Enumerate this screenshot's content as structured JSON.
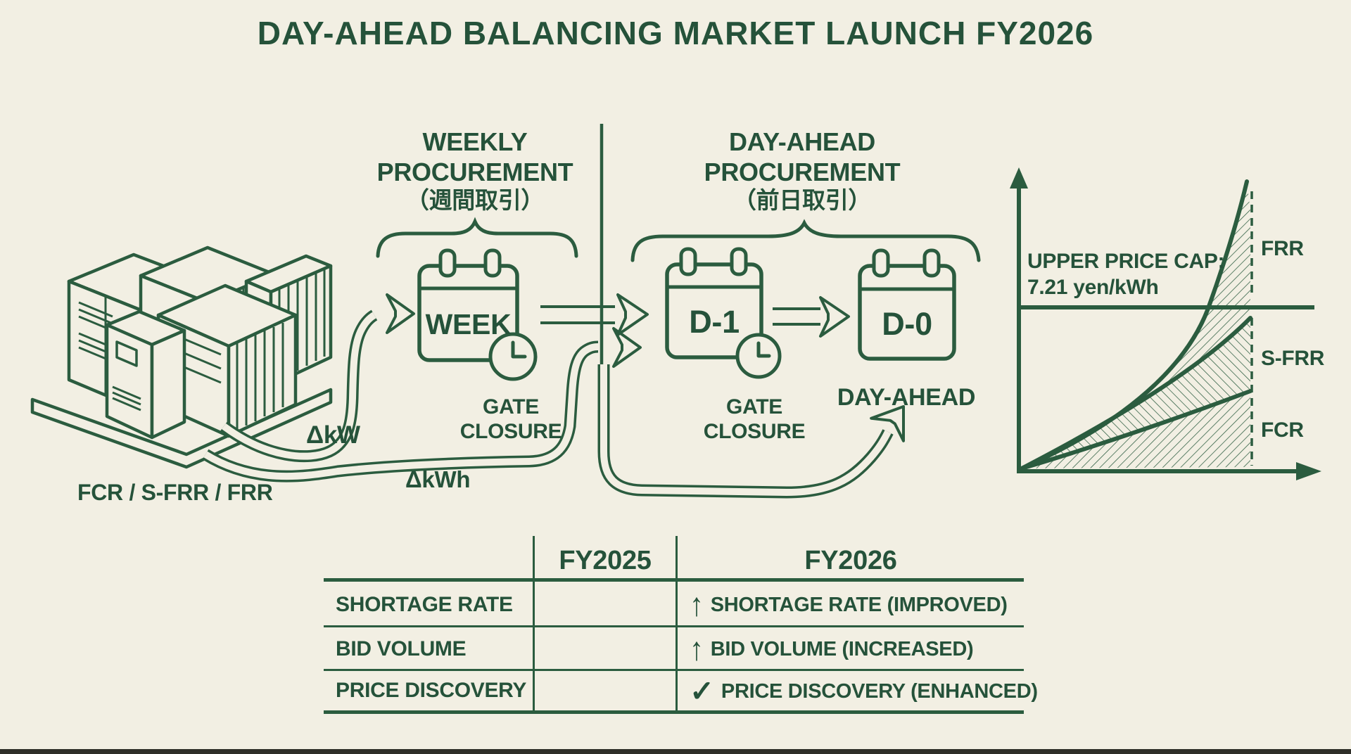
{
  "title": "DAY-AHEAD BALANCING MARKET LAUNCH FY2026",
  "colors": {
    "background": "#f2efe3",
    "ink": "#2b5c3f",
    "text": "#25523a"
  },
  "battery": {
    "caption": "FCR / S-FRR / FRR"
  },
  "flows": {
    "delta_kw": "ΔkW",
    "delta_kwh": "ΔkWh"
  },
  "weekly": {
    "line1": "WEEKLY",
    "line2": "PROCUREMENT",
    "line3": "（週間取引）",
    "calendar": "WEEK",
    "gate_line1": "GATE",
    "gate_line2": "CLOSURE"
  },
  "dayahead": {
    "line1": "DAY-AHEAD",
    "line2": "PROCUREMENT",
    "line3": "（前日取引）",
    "calendar_d1": "D-1",
    "calendar_d0": "D-0",
    "gate_line1": "GATE",
    "gate_line2": "CLOSURE",
    "result_label": "DAY-AHEAD"
  },
  "price_chart": {
    "cap_line1": "UPPER PRICE CAP:",
    "cap_line2": "7.21 yen/kWh",
    "label_frr": "FRR",
    "label_sfrr": "S-FRR",
    "label_fcr": "FCR"
  },
  "table": {
    "col_fy2025": "FY2025",
    "col_fy2026": "FY2026",
    "rows": [
      {
        "label": "SHORTAGE RATE",
        "icon": "↑",
        "fy2026": "SHORTAGE RATE (IMPROVED)"
      },
      {
        "label": "BID VOLUME",
        "icon": "↑",
        "fy2026": "BID VOLUME (INCREASED)"
      },
      {
        "label": "PRICE DISCOVERY",
        "icon": "✓",
        "fy2026": "PRICE DISCOVERY (ENHANCED)"
      }
    ]
  }
}
